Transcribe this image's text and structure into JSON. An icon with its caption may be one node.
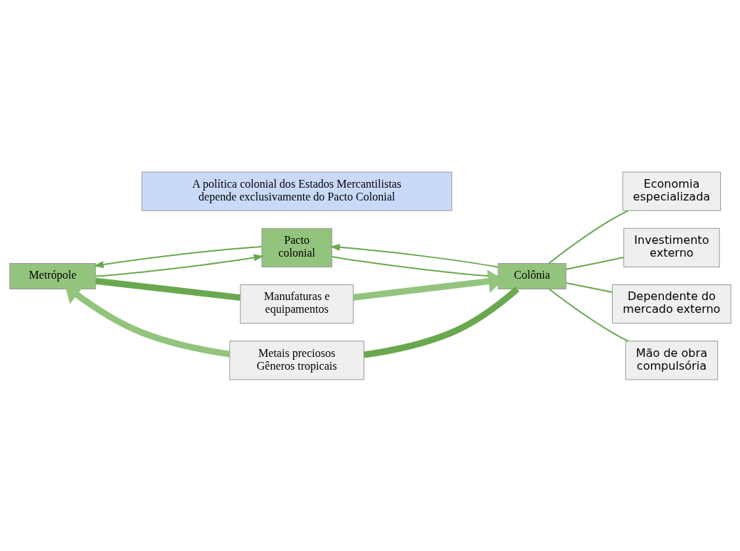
{
  "diagram": {
    "nodes": [
      {
        "text": [
          "Metrópole"
        ]
      },
      {
        "text": [
          "Pacto colonial"
        ]
      },
      {
        "text": [
          "Colônia"
        ]
      },
      {
        "text": [
          "Manufaturas e equipamentos"
        ]
      },
      {
        "text": [
          "Metais preciosos Gêneros tropicais"
        ]
      },
      {
        "text": [
          "Economia especializada"
        ]
      },
      {
        "text": [
          "Investimento externo"
        ]
      },
      {
        "text": [
          "Dependente do mercado externo"
        ]
      },
      {
        "text": [
          "Mão de obra compulsória"
        ]
      },
      {
        "text": [
          "A política colonial dos Estados Mercantilistas depende exclusivamente do Pacto Colonial"
        ]
      }
    ],
    "edges": [
      {
        "from": 0,
        "to": 3,
        "arrow": "none",
        "style": "thick",
        "color": "#6aa84f"
      },
      {
        "from": 3,
        "to": 2,
        "arrow": "to",
        "style": "thick",
        "color": "#93c47d"
      },
      {
        "from": 2,
        "to": 4,
        "arrow": "none",
        "style": "thick",
        "color": "#6aa84f"
      },
      {
        "from": 4,
        "to": 0,
        "arrow": "to",
        "style": "thick",
        "color": "#93c47d"
      },
      {
        "from": 0,
        "to": 1,
        "arrow": "to"
      },
      {
        "from": 1,
        "to": 0,
        "arrow": "to"
      },
      {
        "from": 1,
        "to": 2,
        "arrow": "to"
      },
      {
        "from": 2,
        "to": 1,
        "arrow": "to"
      },
      {
        "from": 2,
        "to": 5,
        "arrow": "none"
      },
      {
        "from": 2,
        "to": 6,
        "arrow": "none"
      },
      {
        "from": 2,
        "to": 7,
        "arrow": "none"
      },
      {
        "from": 2,
        "to": 8,
        "arrow": "none"
      }
    ]
  }
}
